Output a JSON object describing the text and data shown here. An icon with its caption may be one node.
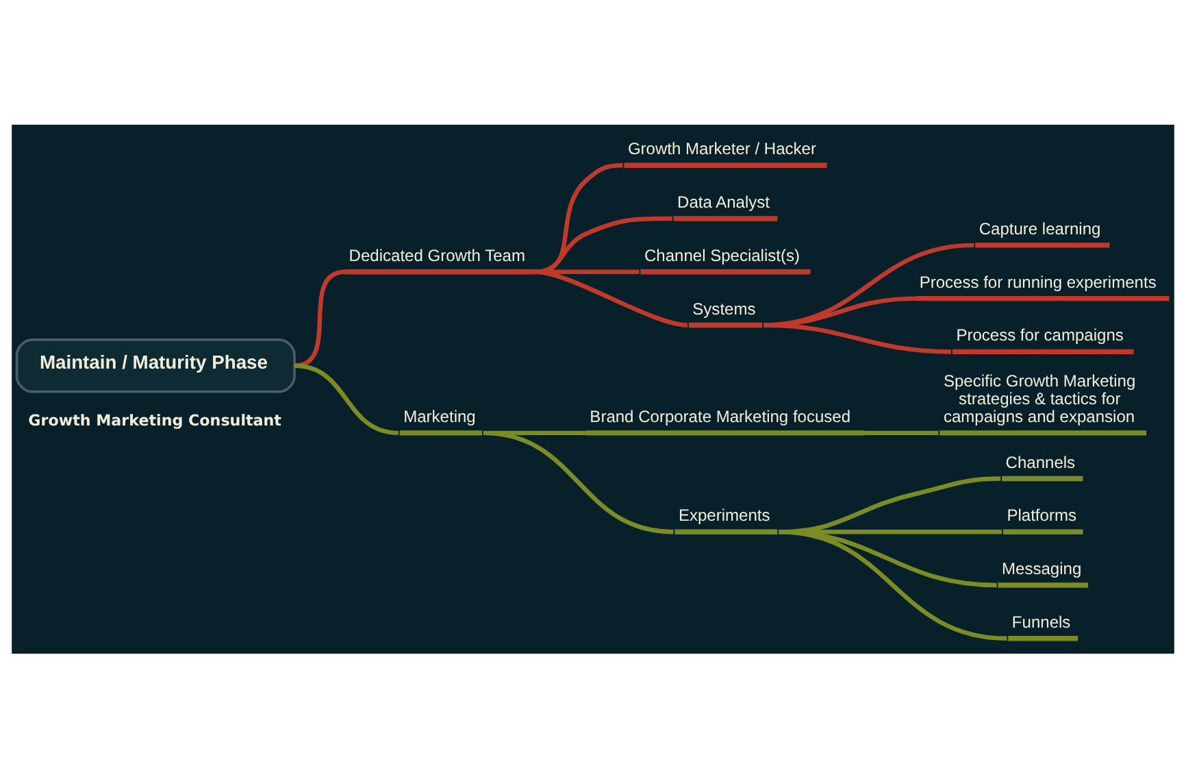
{
  "diagram": {
    "nodes": [
      {
        "text": [
          "Maintain / Maturity Phase"
        ]
      },
      {
        "text": [
          "Dedicated Growth Team"
        ]
      },
      {
        "text": [
          "Growth Marketer / Hacker"
        ]
      },
      {
        "text": [
          "Data Analyst"
        ]
      },
      {
        "text": [
          "Channel Specialist(s)"
        ]
      },
      {
        "text": [
          "Systems"
        ]
      },
      {
        "text": [
          "Capture learning"
        ]
      },
      {
        "text": [
          "Process for running experiments"
        ]
      },
      {
        "text": [
          "Process for campaigns"
        ]
      },
      {
        "text": [
          "Marketing"
        ]
      },
      {
        "text": [
          "Brand Corporate Marketing focused"
        ]
      },
      {
        "text": [
          "Specific Growth Marketing strategies & tactics for campaigns and expansion"
        ]
      },
      {
        "text": [
          "Experiments"
        ]
      },
      {
        "text": [
          "Channels"
        ]
      },
      {
        "text": [
          "Platforms"
        ]
      },
      {
        "text": [
          "Messaging"
        ]
      },
      {
        "text": [
          "Funnels"
        ]
      }
    ],
    "edges": [
      {
        "from": 0,
        "to": 1,
        "arrow": "none",
        "color": "#c0392b"
      },
      {
        "from": 1,
        "to": 2,
        "arrow": "none",
        "color": "#c0392b"
      },
      {
        "from": 1,
        "to": 3,
        "arrow": "none",
        "color": "#c0392b"
      },
      {
        "from": 1,
        "to": 4,
        "arrow": "none",
        "color": "#c0392b"
      },
      {
        "from": 1,
        "to": 5,
        "arrow": "none",
        "color": "#c0392b"
      },
      {
        "from": 5,
        "to": 6,
        "arrow": "none",
        "color": "#c0392b"
      },
      {
        "from": 5,
        "to": 7,
        "arrow": "none",
        "color": "#c0392b"
      },
      {
        "from": 5,
        "to": 8,
        "arrow": "none",
        "color": "#c0392b"
      },
      {
        "from": 0,
        "to": 9,
        "arrow": "none",
        "color": "#7a8c23"
      },
      {
        "from": 9,
        "to": 10,
        "arrow": "none",
        "color": "#7a8c23"
      },
      {
        "from": 10,
        "to": 11,
        "arrow": "none",
        "color": "#7a8c23"
      },
      {
        "from": 9,
        "to": 12,
        "arrow": "none",
        "color": "#7a8c23"
      },
      {
        "from": 12,
        "to": 13,
        "arrow": "none",
        "color": "#7a8c23"
      },
      {
        "from": 12,
        "to": 14,
        "arrow": "none",
        "color": "#7a8c23"
      },
      {
        "from": 12,
        "to": 15,
        "arrow": "none",
        "color": "#7a8c23"
      },
      {
        "from": 12,
        "to": 16,
        "arrow": "none",
        "color": "#7a8c23"
      }
    ],
    "labels": [
      "Growth Marketing Consultant"
    ]
  }
}
